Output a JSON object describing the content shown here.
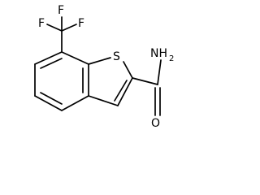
{
  "molecule": {
    "atoms": {
      "f_top": "F",
      "f_left": "F",
      "f_right": "F",
      "sulfur": "S",
      "oxygen": "O",
      "nh2_main": "NH",
      "nh2_sub": "2"
    }
  }
}
